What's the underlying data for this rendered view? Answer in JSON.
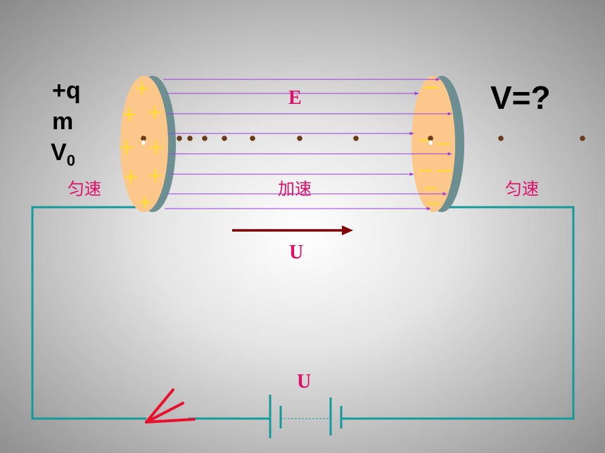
{
  "particle": {
    "charge": "+q",
    "mass": "m",
    "v0_base": "V",
    "v0_sub": "0"
  },
  "question": "V=?",
  "field": {
    "label": "E"
  },
  "region_labels": {
    "left": "匀速",
    "middle": "加速",
    "right": "匀速"
  },
  "voltage_label": "U",
  "battery_label": "U",
  "colors": {
    "plate_fill": "#fcc78a",
    "plate_edge": "#6d8f92",
    "field_line": "#9b3ce0",
    "wire": "#159a9a",
    "arrow": "#800000",
    "switch": "#e8102a",
    "plus_sign": "#ffea00",
    "minus_sign": "#ffea00",
    "label_red": "#e0106a"
  }
}
